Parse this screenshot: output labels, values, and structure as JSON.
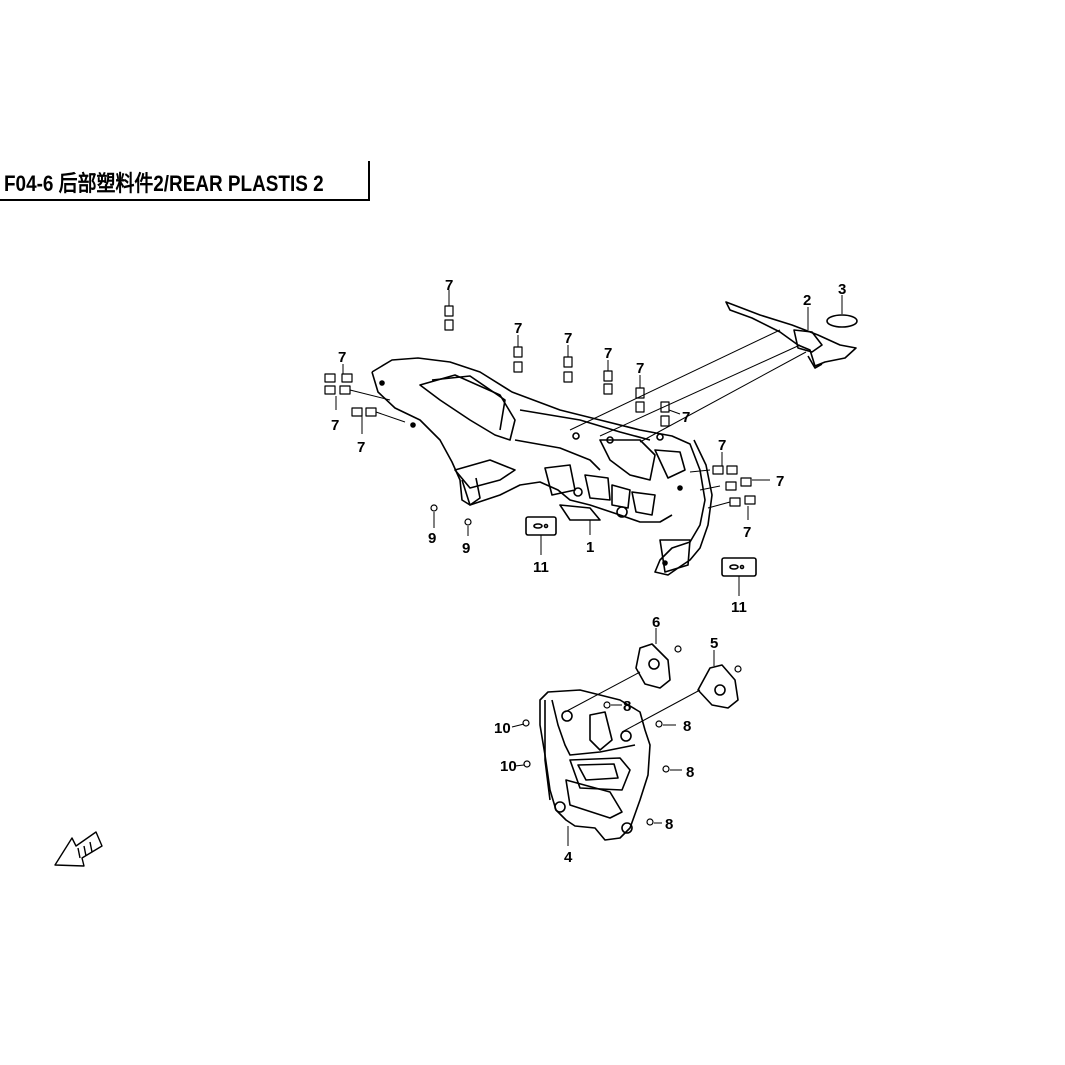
{
  "title": "F04-6 后部塑料件2/REAR PLASTIS 2",
  "callouts": {
    "c1": "1",
    "c2": "2",
    "c3": "3",
    "c4": "4",
    "c5": "5",
    "c6": "6",
    "c7": "7",
    "c8": "8",
    "c9": "9",
    "c10": "10",
    "c11": "11"
  },
  "colors": {
    "line": "#000000",
    "background": "#ffffff"
  },
  "icons": [
    "front-direction-arrow-icon"
  ]
}
